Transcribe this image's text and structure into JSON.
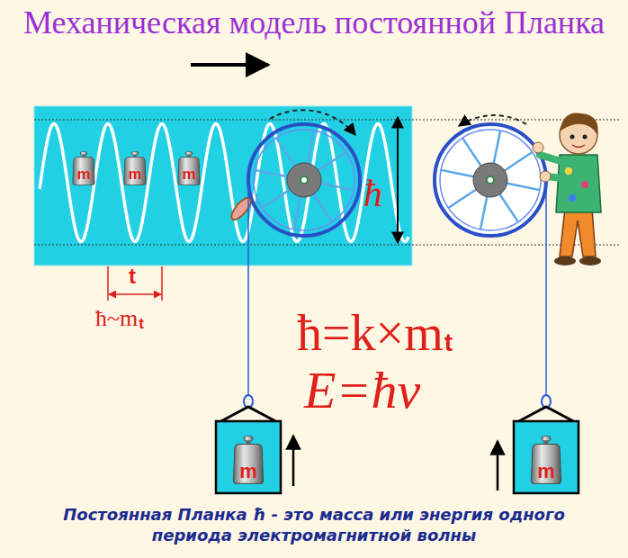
{
  "diagram": {
    "title": "Механическая модель постоянной Планка",
    "caption": "Постоянная Планка ħ - это масса или энергия одного периода электромагнитной волны",
    "nodes": [
      {
        "text": [
          "m"
        ]
      },
      {
        "text": [
          "m"
        ]
      },
      {
        "text": [
          "m"
        ]
      },
      {
        "text": [
          "m"
        ]
      },
      {
        "text": [
          "m"
        ]
      }
    ],
    "labels": [
      "t",
      "ħ~m",
      "t",
      "ħ",
      "ħ=k×m",
      "t",
      "E=ħν"
    ]
  }
}
